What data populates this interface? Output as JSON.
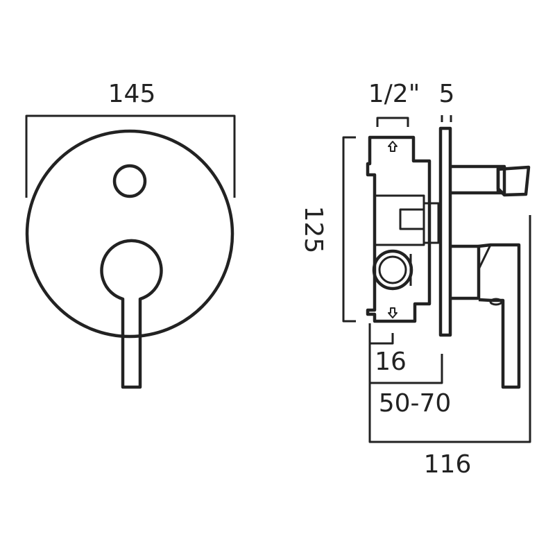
{
  "colors": {
    "stroke": "#222222",
    "background": "#ffffff"
  },
  "front_view": {
    "width_label": "145"
  },
  "side_view": {
    "thread_label": "1/2\"",
    "plate_thickness_label": "5",
    "height_label": "125",
    "body_offset_label": "16",
    "depth_range_label": "50-70",
    "overall_depth_label": "116"
  },
  "icons": [
    "arrow-up-icon",
    "arrow-down-icon"
  ]
}
